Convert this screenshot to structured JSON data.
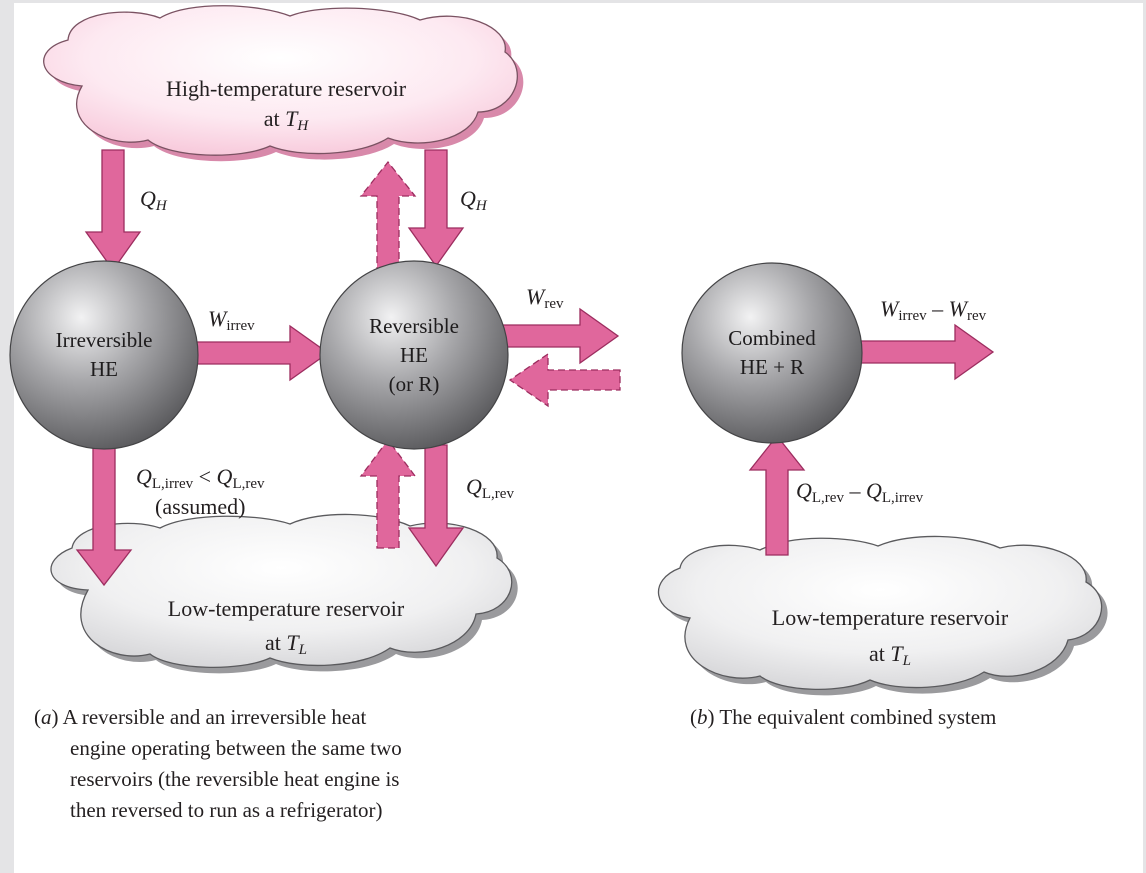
{
  "colors": {
    "arrow_fill": "#e0679c",
    "arrow_stroke": "#9c2d5f",
    "hot_cloud": "#fde4ee",
    "cold_cloud": "#e9e9eb",
    "engine_sphere": "#7d7d80"
  },
  "reservoirs": {
    "high": {
      "line1": "High-temperature reservoir",
      "line2_prefix": "at ",
      "symbol": "T",
      "sub": "H"
    },
    "low_a": {
      "line1": "Low-temperature reservoir",
      "line2_prefix": "at ",
      "symbol": "T",
      "sub": "L"
    },
    "low_b": {
      "line1": "Low-temperature reservoir",
      "line2_prefix": "at ",
      "symbol": "T",
      "sub": "L"
    }
  },
  "engines": {
    "irreversible": {
      "line1": "Irreversible",
      "line2": "HE"
    },
    "reversible": {
      "line1": "Reversible",
      "line2": "HE",
      "line3": "(or R)"
    },
    "combined": {
      "line1": "Combined",
      "line2": "HE + R"
    }
  },
  "flows": {
    "qh_left": {
      "sym": "Q",
      "sub": "H"
    },
    "qh_right": {
      "sym": "Q",
      "sub": "H"
    },
    "w_irrev": {
      "sym": "W",
      "sub": "irrev"
    },
    "w_rev": {
      "sym": "W",
      "sub": "rev"
    },
    "ql_irrev": {
      "sym1": "Q",
      "sub1": "L,irrev",
      "op": " < ",
      "sym2": "Q",
      "sub2": "L,rev",
      "note": "(assumed)"
    },
    "ql_rev": {
      "sym": "Q",
      "sub": "L,rev"
    },
    "w_net": {
      "sym1": "W",
      "sub1": "irrev",
      "op": " – ",
      "sym2": "W",
      "sub2": "rev"
    },
    "ql_net": {
      "sym1": "Q",
      "sub1": "L,rev",
      "op": " – ",
      "sym2": "Q",
      "sub2": "L,irrev"
    }
  },
  "captions": {
    "a": {
      "tag": "a",
      "lines": [
        "A reversible and an irreversible heat",
        "engine operating between the same two",
        "reservoirs (the reversible heat engine is",
        "then reversed to run as a refrigerator)"
      ]
    },
    "b": {
      "tag": "b",
      "text": "The equivalent combined system"
    }
  }
}
